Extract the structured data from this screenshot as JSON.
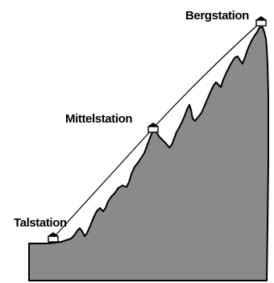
{
  "stations": {
    "bottom": {
      "label": "Talstation"
    },
    "middle": {
      "label": "Mittelstation"
    },
    "top": {
      "label": "Bergstation"
    }
  },
  "colors": {
    "mountain_fill": "#8a8a8a",
    "outline": "#000000",
    "cable": "#000000",
    "station_fill": "#ffffff",
    "station_roof": "#000000"
  },
  "icons": {
    "station": "cable-car-station-icon"
  }
}
